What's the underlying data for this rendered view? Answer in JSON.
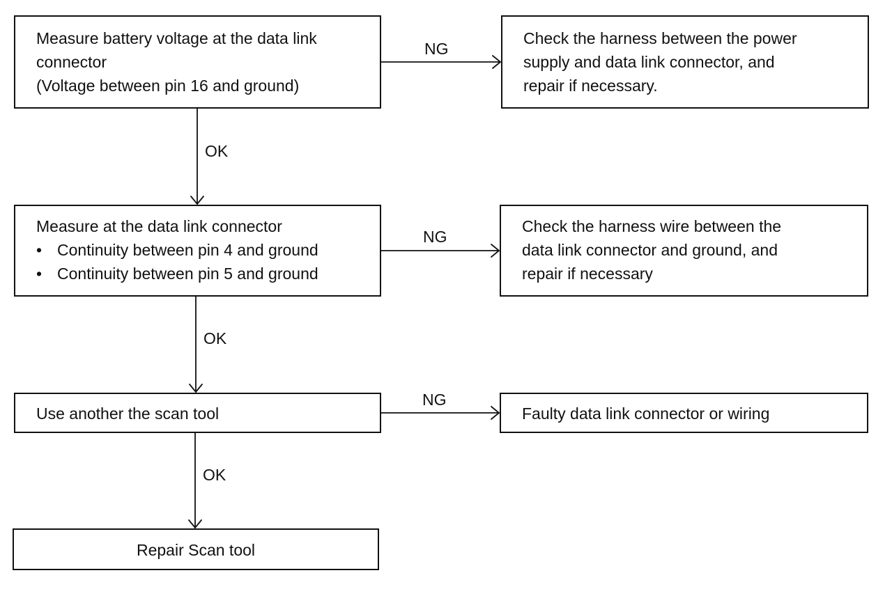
{
  "steps": {
    "s1": {
      "lines": [
        "Measure battery voltage at the data link",
        "connector",
        "(Voltage between pin 16 and ground)"
      ]
    },
    "s2": {
      "heading": "Measure at the data link connector",
      "bullets": [
        "Continuity between pin 4 and ground",
        "Continuity between pin 5 and ground"
      ]
    },
    "s3": {
      "text": "Use another the scan tool"
    },
    "s4": {
      "text": "Repair Scan tool"
    }
  },
  "results": {
    "r1": {
      "lines": [
        "Check the harness between the power",
        "supply and data link connector, and",
        "repair if necessary."
      ]
    },
    "r2": {
      "lines": [
        "Check the harness wire between the",
        "data link connector and ground, and",
        "repair if necessary"
      ]
    },
    "r3": {
      "text": "Faulty data link connector or wiring"
    }
  },
  "labels": {
    "ng1": "NG",
    "ng2": "NG",
    "ng3": "NG",
    "ok1": "OK",
    "ok2": "OK",
    "ok3": "OK"
  }
}
